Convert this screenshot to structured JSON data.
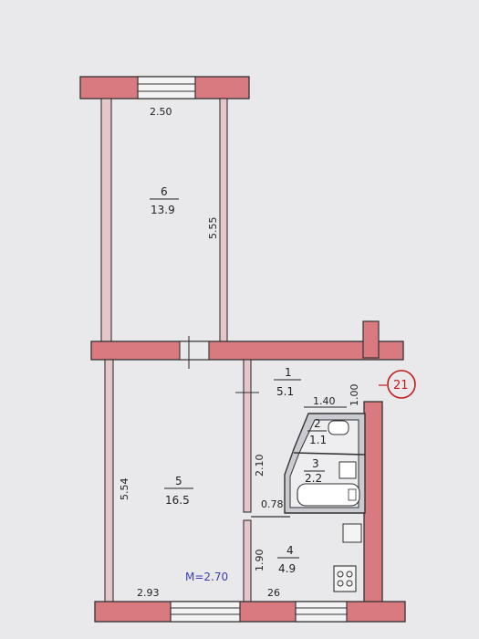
{
  "rooms": [
    {
      "number": "6",
      "area": "13.9"
    },
    {
      "number": "5",
      "area": "16.5"
    },
    {
      "number": "1",
      "area": "5.1"
    },
    {
      "number": "2",
      "area": "1.1"
    },
    {
      "number": "3",
      "area": "2.2"
    },
    {
      "number": "4",
      "area": "4.9"
    }
  ],
  "dimensions": {
    "top_width": "2.50",
    "room6_height": "5.55",
    "room5_height": "5.54",
    "hall_width": "1.40",
    "corridor_depth": "1.00",
    "hall_length": "2.10",
    "niche": "0.78",
    "kitchen_length": "1.90",
    "bottom_width": "2.93",
    "kitchen_width": "26"
  },
  "scale_note": "M=2.70",
  "apartment_number": "21",
  "colors": {
    "wall": "#d97a80",
    "paper": "#e9e9ec",
    "ink": "#222222",
    "marker": "#c21b1b"
  }
}
